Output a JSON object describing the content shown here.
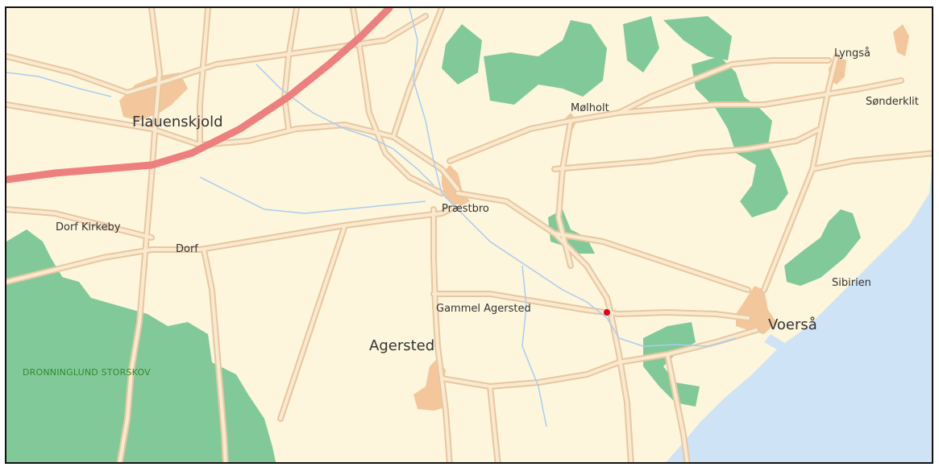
{
  "map": {
    "colors": {
      "land": "#fdf6dc",
      "water": "#cfe3f7",
      "forest": "#82c99a",
      "road": "#f2d8b8",
      "road_casing": "#e6c7a2",
      "motorway": "#ee7f7f",
      "stream": "#a9cdf0",
      "town": "#f3c79b",
      "marker": "#e0001a",
      "forest_label": "#2f8a2f",
      "label": "#333333"
    },
    "labels": {
      "flauenskjold": "Flauenskjold",
      "molholt": "Mølholt",
      "lyngsaa": "Lyngså",
      "sonderklit": "Sønderklit",
      "praestbro": "Præstbro",
      "dorf_kirkeby": "Dorf Kirkeby",
      "dorf": "Dorf",
      "sibirien": "Sibirien",
      "gammel_agersted": "Gammel Agersted",
      "voersaa": "Voerså",
      "agersted": "Agersted",
      "dronninglund_storskov": "DRONNINGLUND STORSKOV"
    }
  }
}
